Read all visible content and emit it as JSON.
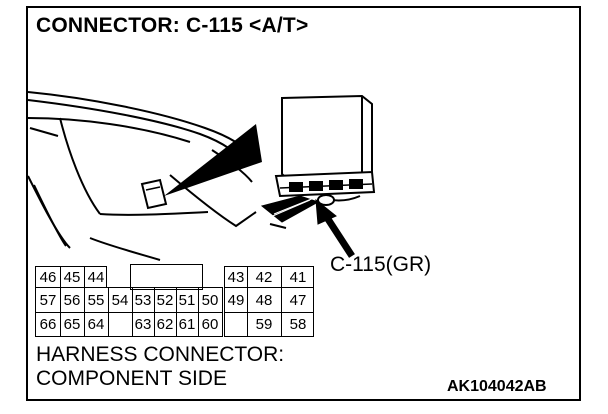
{
  "title": "CONNECTOR: C-115 <A/T>",
  "callout_label": "C-115(GR)",
  "footer": {
    "line1": "HARNESS CONNECTOR:",
    "line2": "COMPONENT SIDE"
  },
  "figure_code": "AK104042AB",
  "pins": {
    "left_row1": [
      "46",
      "45",
      "44"
    ],
    "left_row2": [
      "57",
      "56",
      "55",
      "54",
      "53",
      "52",
      "51",
      "50"
    ],
    "left_row3": [
      "66",
      "65",
      "64",
      "63",
      "62",
      "61",
      "60"
    ],
    "right_row1": [
      "43",
      "42",
      "41"
    ],
    "right_row2": [
      "49",
      "48",
      "47"
    ],
    "right_row3": [
      "59",
      "58"
    ]
  }
}
